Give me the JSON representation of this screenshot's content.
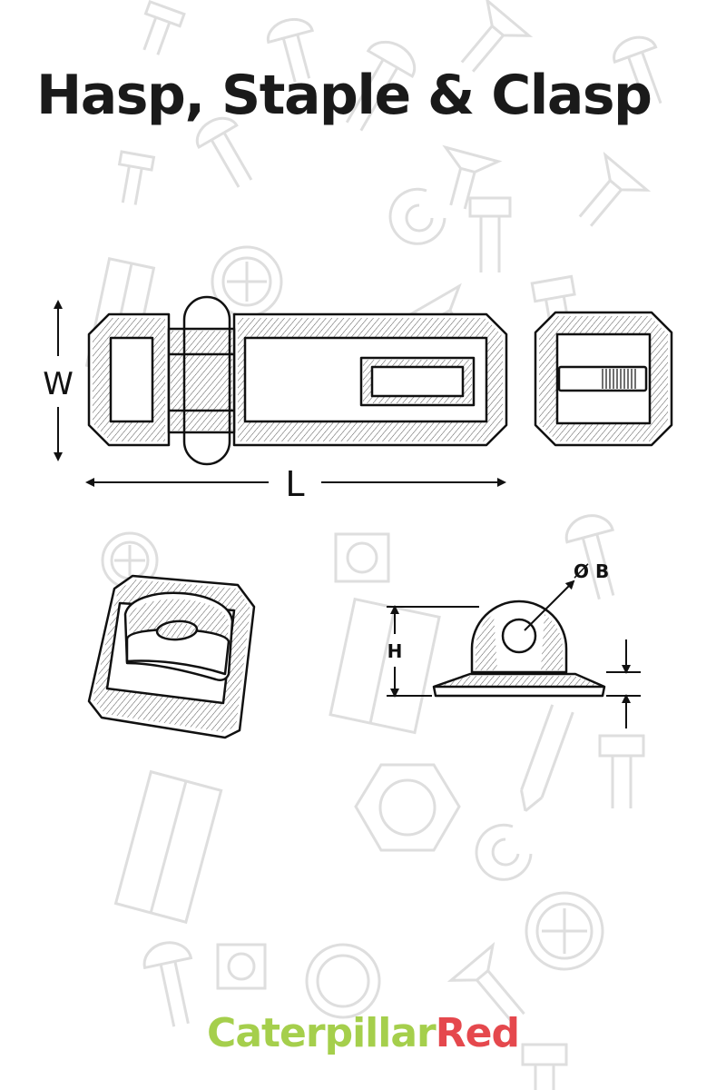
{
  "title": "Hasp, Staple & Clasp",
  "dimensions": {
    "width": "W",
    "length": "L",
    "height": "H",
    "diameter": "Ø B"
  },
  "brand": {
    "word1": "Caterpillar",
    "word2": "Red",
    "color1": "#a5cf4c",
    "color2": "#e5484d"
  },
  "icons": [
    "hasp-icon",
    "staple-icon",
    "clasp-icon",
    "screw-icon",
    "nut-icon",
    "washer-icon",
    "hinge-icon"
  ]
}
